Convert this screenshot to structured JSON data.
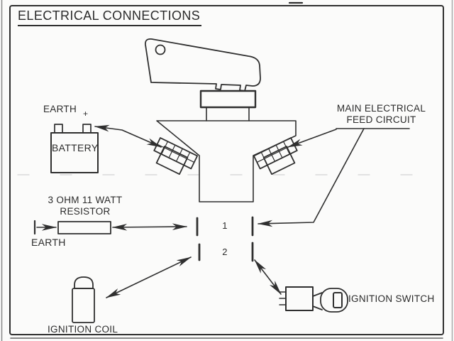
{
  "page": {
    "title": "ELECTRICAL CONNECTIONS"
  },
  "labels": {
    "earth_top": "EARTH",
    "battery": "BATTERY",
    "battery_plus": "+",
    "main_feed_line1": "MAIN ELECTRICAL",
    "main_feed_line2": "FEED CIRCUIT",
    "resistor_line1": "3 OHM 11 WATT",
    "resistor_line2": "RESISTOR",
    "earth_bottom": "EARTH",
    "terminal_1": "1",
    "terminal_2": "2",
    "ignition_coil": "IGNITION COIL",
    "ignition_switch": "IGNITION SWITCH"
  },
  "colors": {
    "line": "#2f2f2f",
    "text": "#2b2b2b",
    "background": "#fbfbfa",
    "artifact": "#c9c9c9"
  }
}
